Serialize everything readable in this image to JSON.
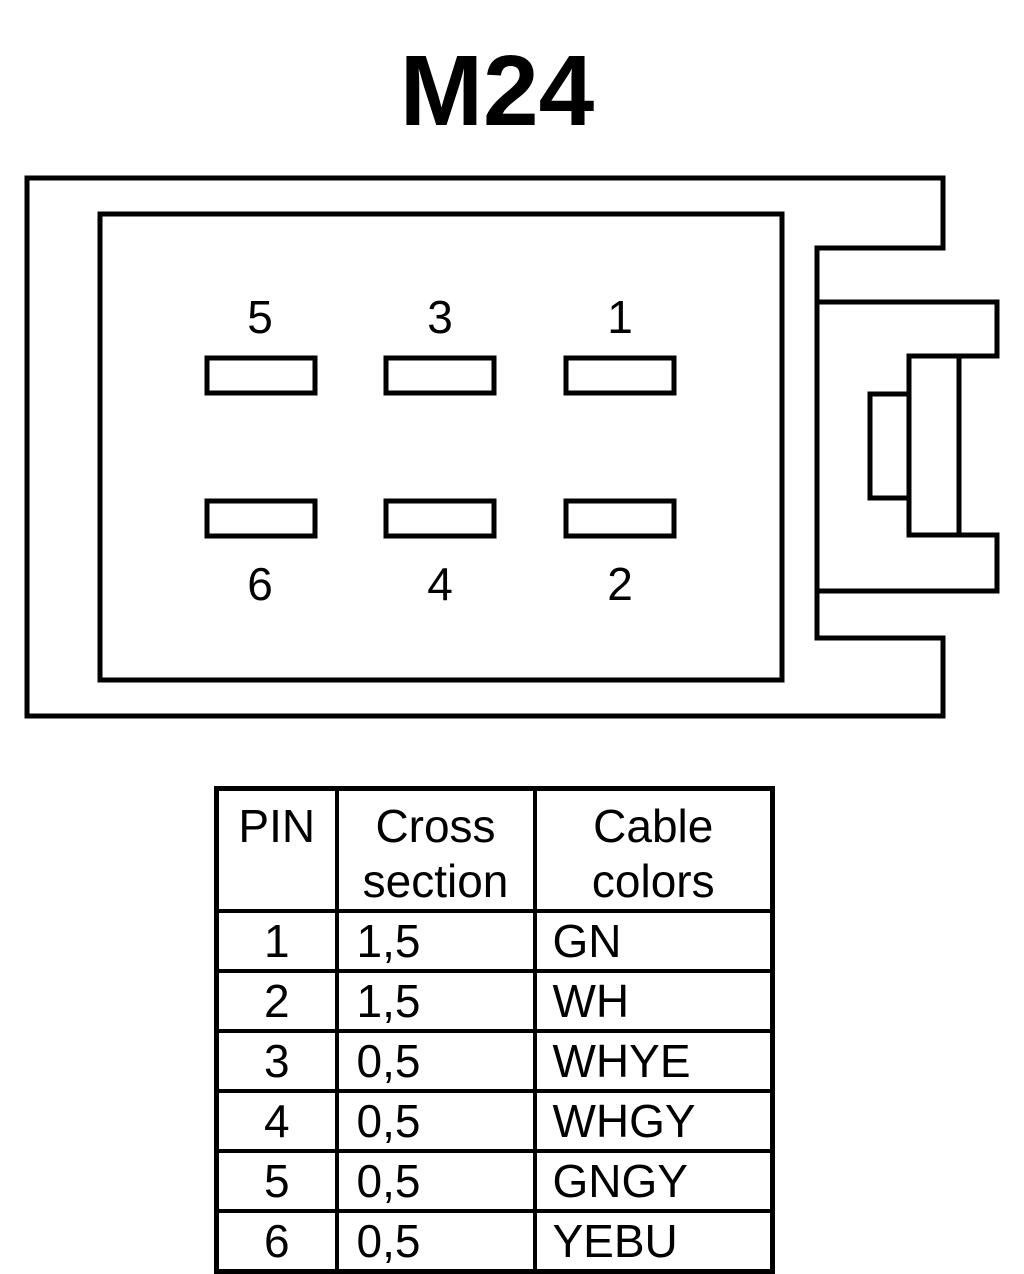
{
  "title": "M24",
  "pin_labels": {
    "top_row": [
      "5",
      "3",
      "1"
    ],
    "bottom_row": [
      "6",
      "4",
      "2"
    ]
  },
  "table": {
    "headers": {
      "pin": "PIN",
      "cross_section": [
        "Cross",
        "section"
      ],
      "cable_colors": [
        "Cable",
        "colors"
      ]
    },
    "rows": [
      {
        "pin": "1",
        "cross_section": "1,5",
        "color": "GN"
      },
      {
        "pin": "2",
        "cross_section": "1,5",
        "color": "WH"
      },
      {
        "pin": "3",
        "cross_section": "0,5",
        "color": "WHYE"
      },
      {
        "pin": "4",
        "cross_section": "0,5",
        "color": "WHGY"
      },
      {
        "pin": "5",
        "cross_section": "0,5",
        "color": "GNGY"
      },
      {
        "pin": "6",
        "cross_section": "0,5",
        "color": "YEBU"
      }
    ]
  }
}
